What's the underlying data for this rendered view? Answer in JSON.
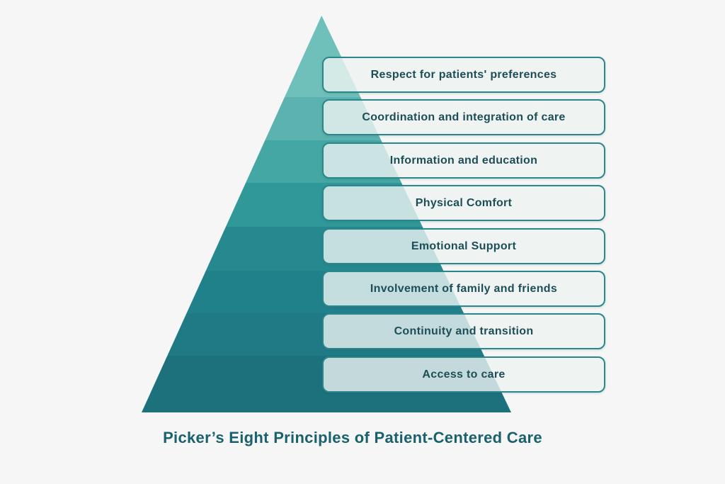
{
  "diagram": {
    "type": "pyramid",
    "title": "Picker’s Eight Principles of Patient-Centered Care",
    "levels": [
      {
        "label": "Respect for patients' preferences",
        "band_color": "#6fc0ba"
      },
      {
        "label": "Coordination and integration of care",
        "band_color": "#5bb2ae"
      },
      {
        "label": "Information and education",
        "band_color": "#44a7a3"
      },
      {
        "label": "Physical Comfort",
        "band_color": "#309899"
      },
      {
        "label": "Emotional Support",
        "band_color": "#278990"
      },
      {
        "label": "Involvement of family and friends",
        "band_color": "#21818b"
      },
      {
        "label": "Continuity and transition",
        "band_color": "#1f7a85"
      },
      {
        "label": "Access to care",
        "band_color": "#1c717c"
      }
    ],
    "colors": {
      "background": "#f5f6f5",
      "box_border": "#2b878b",
      "box_fill": "rgba(238,244,242,0.8)",
      "box_text": "#1d4e57",
      "title_text": "#19616d"
    }
  }
}
